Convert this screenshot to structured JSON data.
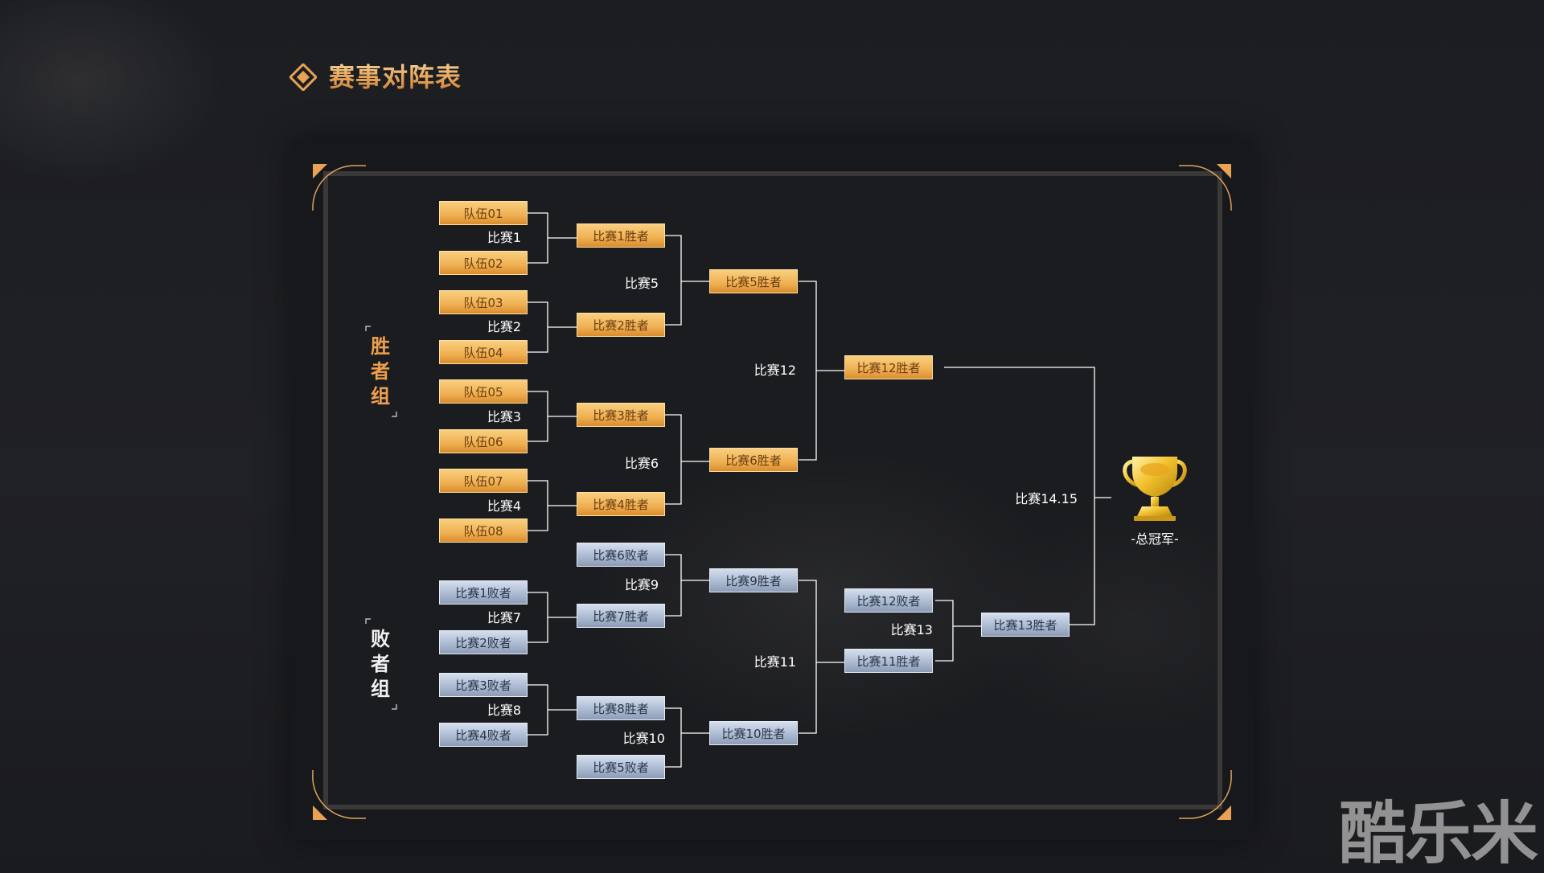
{
  "page_title": "赛事对阵表",
  "colors": {
    "gold": "#efb052",
    "gray_blue": "#a9b8d0",
    "accent": "#f0a04c",
    "line": "#ffffff"
  },
  "groups": {
    "winners": "胜者组",
    "losers": "败者组"
  },
  "boxes": {
    "t01": "队伍01",
    "t02": "队伍02",
    "t03": "队伍03",
    "t04": "队伍04",
    "t05": "队伍05",
    "t06": "队伍06",
    "t07": "队伍07",
    "t08": "队伍08",
    "w1": "比赛1胜者",
    "w2": "比赛2胜者",
    "w3": "比赛3胜者",
    "w4": "比赛4胜者",
    "w5": "比赛5胜者",
    "w6": "比赛6胜者",
    "w12": "比赛12胜者",
    "l1": "比赛1败者",
    "l2": "比赛2败者",
    "l3": "比赛3败者",
    "l4": "比赛4败者",
    "l6": "比赛6败者",
    "w7": "比赛7胜者",
    "w8": "比赛8胜者",
    "l5": "比赛5败者",
    "w9": "比赛9胜者",
    "w10": "比赛10胜者",
    "l12": "比赛12败者",
    "w11": "比赛11胜者",
    "w13": "比赛13胜者"
  },
  "matches": {
    "m1": "比赛1",
    "m2": "比赛2",
    "m3": "比赛3",
    "m4": "比赛4",
    "m5": "比赛5",
    "m6": "比赛6",
    "m12": "比赛12",
    "m7": "比赛7",
    "m8": "比赛8",
    "m9": "比赛9",
    "m10": "比赛10",
    "m11": "比赛11",
    "m13": "比赛13",
    "m1415": "比赛14.15"
  },
  "champion": "-总冠军-",
  "watermark": "酷乐米"
}
